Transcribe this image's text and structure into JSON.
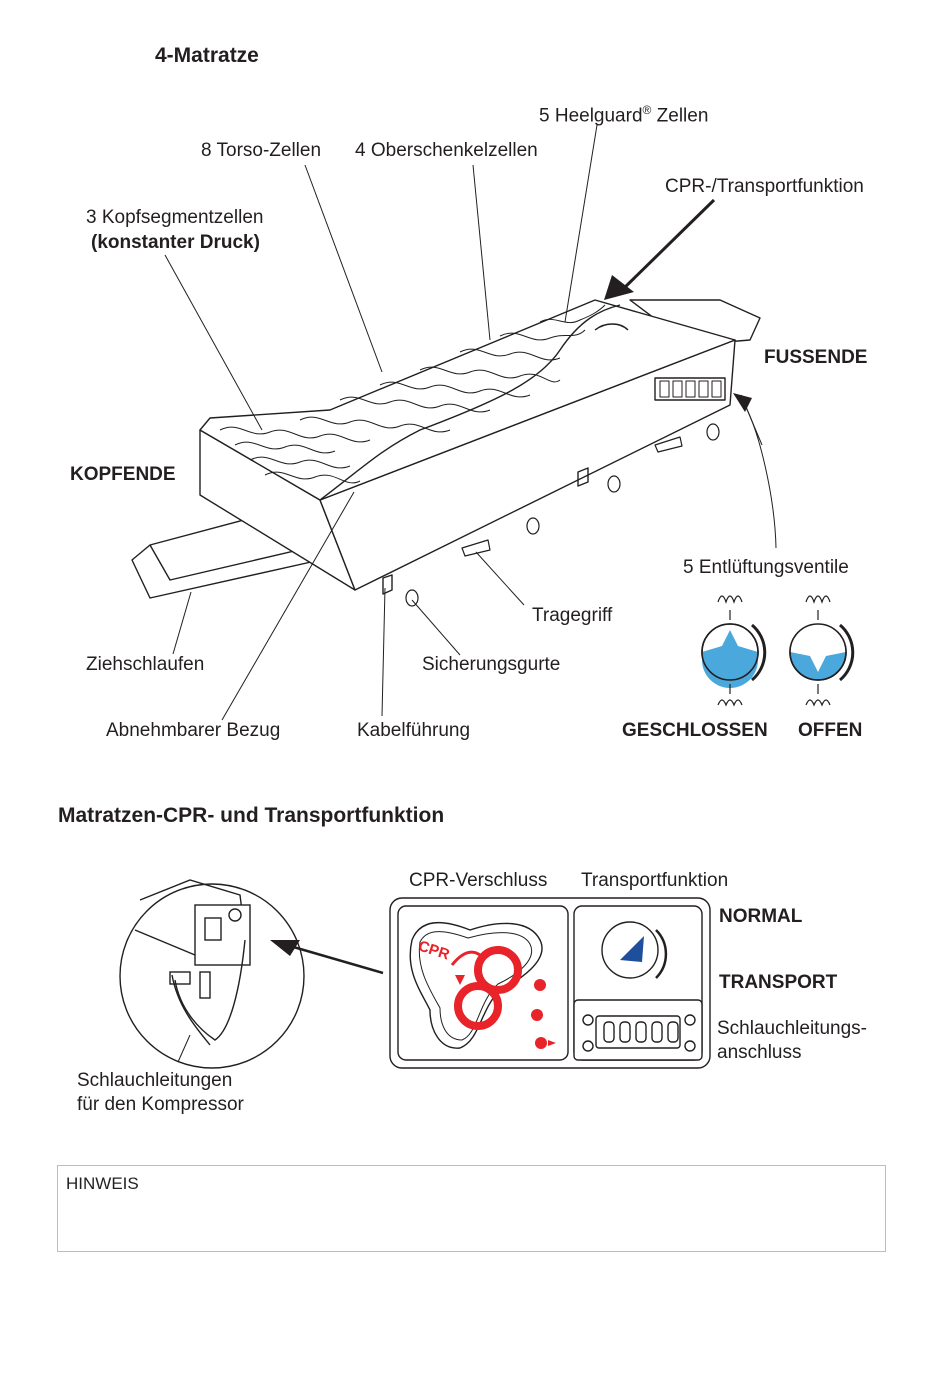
{
  "section1": {
    "title": "4-Matratze",
    "labels": {
      "heelguard_pre": "5 Heelguard",
      "heelguard_reg": "®",
      "heelguard_post": " Zellen",
      "torso": "8 Torso-Zellen",
      "thigh": "4 Oberschenkelzellen",
      "cpr_transport": "CPR-/Transportfunktion",
      "head_cells": "3 Kopfsegmentzellen",
      "head_cells_note": "(konstanter Druck)",
      "foot_end": "FUSSENDE",
      "head_end": "KOPFENDE",
      "vents": "5 Entlüftungsventile",
      "carry_handle": "Tragegriff",
      "pull_loops": "Ziehschlaufen",
      "safety_straps": "Sicherungsgurte",
      "removable_cover": "Abnehmbarer Bezug",
      "cable_guide": "Kabelführung",
      "closed": "GESCHLOSSEN",
      "open": "OFFEN"
    }
  },
  "section2": {
    "title": "Matratzen-CPR- und Transportfunktion",
    "labels": {
      "cpr_lock": "CPR-Verschluss",
      "transport_function": "Transportfunktion",
      "normal": "NORMAL",
      "transport": "TRANSPORT",
      "hose_connection_1": "Schlauchleitungs-",
      "hose_connection_2": "anschluss",
      "compressor_hoses_1": "Schlauchleitungen",
      "compressor_hoses_2": "für den Kompressor",
      "cpr_badge": "CPR"
    }
  },
  "note": {
    "label": "HINWEIS"
  },
  "colors": {
    "valve_blue": "#4aa8dc",
    "cpr_red": "#e8232a",
    "dial_blue": "#1f4e9c",
    "ink": "#231f20"
  }
}
